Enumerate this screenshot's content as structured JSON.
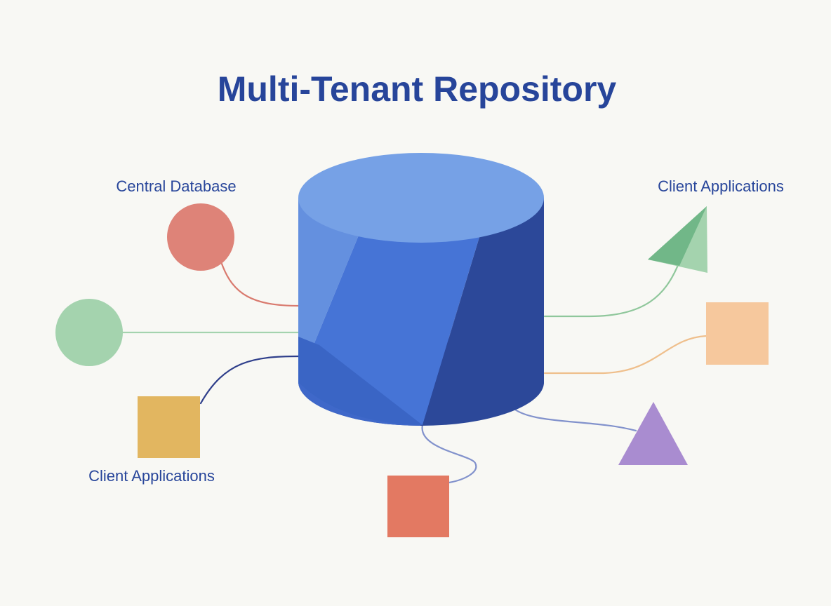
{
  "diagram": {
    "title": "Multi-Tenant Repository",
    "labels": {
      "central_database": "Central Database",
      "client_applications_right": "Client Applications",
      "client_applications_left": "Client Applications"
    },
    "colors": {
      "background": "#f8f8f4",
      "title": "#27459a",
      "database_top": "#76a1e6",
      "database_front": "#4a78d6",
      "database_dark": "#2c4899",
      "red_circle": "#de8378",
      "green_circle": "#a4d3ae",
      "yellow_square": "#e2b660",
      "orange_red_square": "#e37962",
      "green_triangle": "#71b788",
      "peach_square": "#f6c89d",
      "purple_triangle": "#a98cd0",
      "navy_connector": "#2f3f8b",
      "blue_connector": "#8292cc"
    },
    "nodes": [
      {
        "name": "red-circle-node",
        "shape": "circle"
      },
      {
        "name": "green-circle-node",
        "shape": "circle"
      },
      {
        "name": "yellow-square-node",
        "shape": "square"
      },
      {
        "name": "orange-red-square-node",
        "shape": "square"
      },
      {
        "name": "green-triangle-node",
        "shape": "triangle"
      },
      {
        "name": "peach-square-node",
        "shape": "square"
      },
      {
        "name": "purple-triangle-node",
        "shape": "triangle"
      }
    ]
  }
}
